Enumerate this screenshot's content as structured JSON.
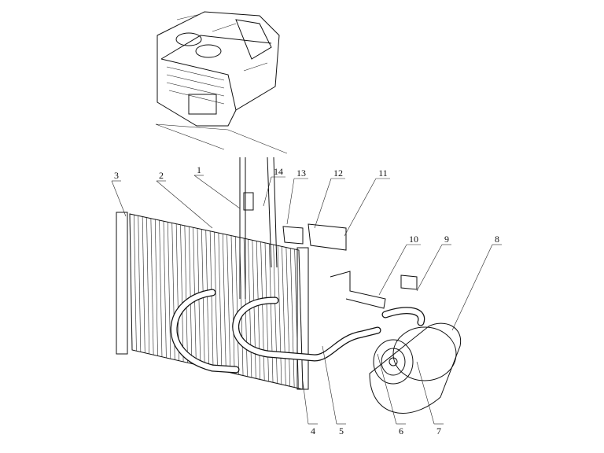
{
  "diagram": {
    "type": "exploded-assembly-drawing",
    "callouts": [
      {
        "id": "c1",
        "label": "1"
      },
      {
        "id": "c2",
        "label": "2"
      },
      {
        "id": "c3",
        "label": "3"
      },
      {
        "id": "c4",
        "label": "4"
      },
      {
        "id": "c5",
        "label": "5"
      },
      {
        "id": "c6",
        "label": "6"
      },
      {
        "id": "c7",
        "label": "7"
      },
      {
        "id": "c8",
        "label": "8"
      },
      {
        "id": "c9",
        "label": "9"
      },
      {
        "id": "c10",
        "label": "10"
      },
      {
        "id": "c11",
        "label": "11"
      },
      {
        "id": "c12",
        "label": "12"
      },
      {
        "id": "c13",
        "label": "13"
      },
      {
        "id": "c14",
        "label": "14"
      }
    ]
  }
}
